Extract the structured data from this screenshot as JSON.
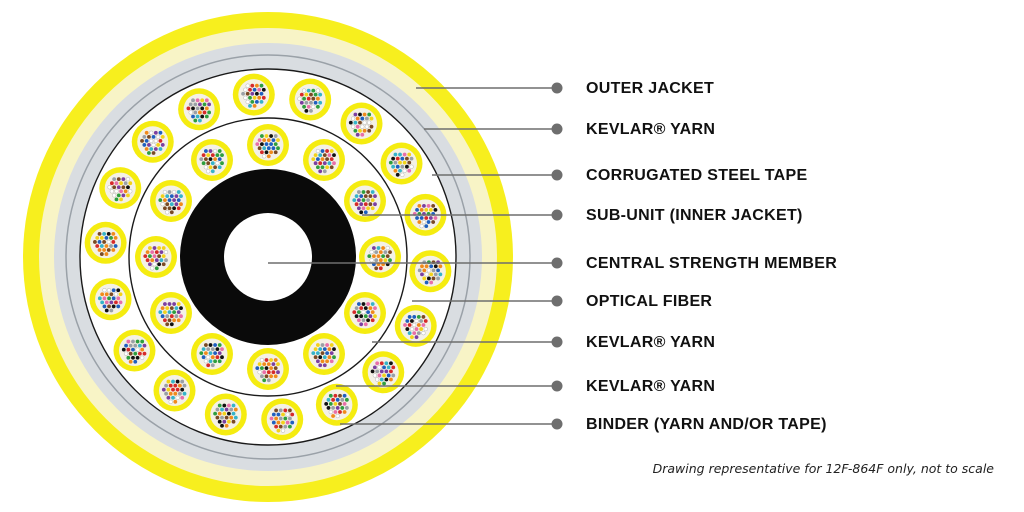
{
  "labels": [
    "OUTER JACKET",
    "KEVLAR® YARN",
    "CORRUGATED STEEL TAPE",
    "SUB-UNIT (INNER JACKET)",
    "CENTRAL STRENGTH MEMBER",
    "OPTICAL FIBER",
    "KEVLAR® YARN",
    "KEVLAR® YARN",
    "BINDER (YARN AND/OR TAPE)"
  ],
  "note": "Drawing representative for 12F-864F only, not to scale",
  "colors": {
    "outer_jacket": "#f7ef1e",
    "kevlar_yarn": "#f8f4c6",
    "steel_tape": "#d9dde1",
    "sub_unit": "#f5ec10",
    "central_member": "#0a0a0a",
    "leader": "#6e6e6e",
    "fiber_colors": [
      "#1f5fbf",
      "#f08a1c",
      "#2e9e3e",
      "#7a4a24",
      "#9aa0a6",
      "#ffffff",
      "#d62a2a",
      "#111111",
      "#f2d21b",
      "#7b3fa0",
      "#e86fa8",
      "#36b3c9"
    ]
  }
}
